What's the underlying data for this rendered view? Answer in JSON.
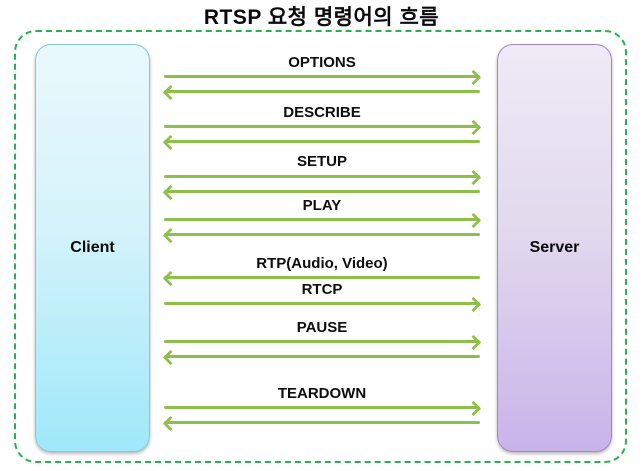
{
  "title": "RTSP 요청 명령어의 흐름",
  "actors": {
    "client": "Client",
    "server": "Server"
  },
  "messages": [
    {
      "label": "OPTIONS",
      "directions": [
        "client-to-server",
        "server-to-client"
      ]
    },
    {
      "label": "DESCRIBE",
      "directions": [
        "client-to-server",
        "server-to-client"
      ]
    },
    {
      "label": "SETUP",
      "directions": [
        "client-to-server",
        "server-to-client"
      ]
    },
    {
      "label": "PLAY",
      "directions": [
        "client-to-server",
        "server-to-client"
      ]
    },
    {
      "label": "RTP(Audio, Video)",
      "directions": [
        "server-to-client"
      ]
    },
    {
      "label": "RTCP",
      "directions": [
        "client-to-server"
      ]
    },
    {
      "label": "PAUSE",
      "directions": [
        "client-to-server",
        "server-to-client"
      ]
    },
    {
      "label": "TEARDOWN",
      "directions": [
        "client-to-server",
        "server-to-client"
      ]
    }
  ],
  "colors": {
    "arrow_green": "#8dc04a",
    "border_green": "#26b24e",
    "client_fill_top": "#e9f9fd",
    "client_fill_bottom": "#9fe8fa",
    "client_border": "#85c4db",
    "server_fill_top": "#efeaf6",
    "server_fill_bottom": "#c9b4ea",
    "server_border": "#9c87c2",
    "text": "#0a0a0a"
  }
}
